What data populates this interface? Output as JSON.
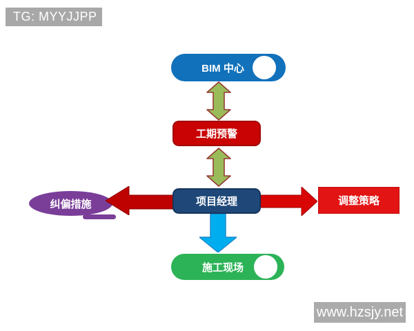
{
  "tag_banner": {
    "text": "TG: MYYJJPP",
    "bg_color": "#A8A8A8",
    "text_color": "#FFFFFF"
  },
  "watermark": {
    "text": "www.hzsjy.net",
    "bg_color": "#ABABAB",
    "text_color": "#FFFFFF"
  },
  "diagram": {
    "nodes": [
      {
        "id": "bim-center",
        "label": "BIM 中心",
        "shape": "notched-pill",
        "fill": "#1171BB",
        "text_color": "#FFFFFF"
      },
      {
        "id": "schedule-warning",
        "label": "工期预警",
        "shape": "rounded-rect",
        "fill": "#C90303",
        "text_color": "#FFFFFF"
      },
      {
        "id": "project-manager",
        "label": "项目经理",
        "shape": "rounded-rect",
        "fill": "#1F4879",
        "text_color": "#FFFFFF"
      },
      {
        "id": "corrective-measures",
        "label": "纠偏措施",
        "shape": "ellipse",
        "fill": "#7A3E99",
        "text_color": "#FFFFFF"
      },
      {
        "id": "adjustment-strategy",
        "label": "调整策略",
        "shape": "rect",
        "fill": "#E21414",
        "text_color": "#FFFFFF"
      },
      {
        "id": "construction-site",
        "label": "施工现场",
        "shape": "notched-pill",
        "fill": "#2CB357",
        "text_color": "#FFFFFF"
      }
    ],
    "connectors": [
      {
        "id": "bim-to-warning",
        "type": "double-vertical-arrow",
        "fill": "#9ABB59",
        "stroke": "#963A34"
      },
      {
        "id": "warning-to-manager",
        "type": "double-vertical-arrow",
        "fill": "#9ABB59",
        "stroke": "#963A34"
      },
      {
        "id": "manager-to-corrective",
        "type": "left-arrow",
        "fill": "#BE0202",
        "stroke": "#8B0000"
      },
      {
        "id": "manager-to-adjustment",
        "type": "right-arrow",
        "fill": "#D90606",
        "stroke": "#A00000"
      },
      {
        "id": "manager-to-site",
        "type": "down-arrow",
        "fill": "#00AEEF",
        "stroke": "#1B87C9"
      }
    ]
  }
}
